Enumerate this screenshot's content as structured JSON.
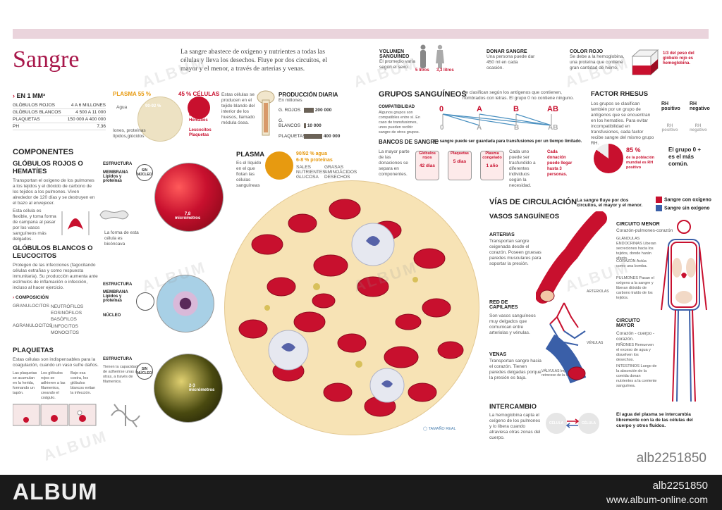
{
  "header": {
    "title": "Sangre",
    "intro": "La sangre abastece de oxígeno y nutrientes a todas las células y lleva los desechos. Fluye por dos circuitos, el mayor y el menor, a través de arterias y venas."
  },
  "top_facts": {
    "volumen": {
      "title": "VOLUMEN SANGUÍNEO",
      "text": "El promedio varía según el sexo.",
      "men": "5 litros",
      "women": "3,3 litros"
    },
    "donar": {
      "title": "DONAR SANGRE",
      "text": "Una persona puede dar 450 ml en cada ocasión."
    },
    "color": {
      "title": "COLOR ROJO",
      "text": "Se debe a la hemoglobina, una proteína que contiene gran cantidad de hierro.",
      "cube_label": "1/3 del peso del glóbulo rojo es hemoglobina."
    }
  },
  "en1mm3": {
    "title": "EN 1 MM³",
    "rows": [
      {
        "label": "GLÓBULOS ROJOS",
        "value": "4 A 6 MILLONES"
      },
      {
        "label": "GLÓBULOS BLANCOS",
        "value": "4 500 A 11 000"
      },
      {
        "label": "PLAQUETAS",
        "value": "150 000 A 400 000"
      },
      {
        "label": "PH",
        "value": "7,36"
      }
    ]
  },
  "composicion": {
    "plasma_label": "PLASMA",
    "plasma_pct": "55 %",
    "celulas_label": "45 % CÉLULAS",
    "agua": "Agua",
    "agua_pct": "90-92 %",
    "iones": "Iones, proteínas lípidos,glúcidos",
    "hematies": "99 % Hematíes",
    "leucocitos": "Leucocitos Plaquetas",
    "bone_text": "Estas células se producen en el tejido blando del interior de los huesos, llamado médula ósea."
  },
  "produccion": {
    "title": "PRODUCCIÓN DIARIA",
    "subtitle": "En millones",
    "rows": [
      {
        "label": "G. ROJOS",
        "value": "200 000"
      },
      {
        "label": "G. BLANCOS",
        "value": "10 000"
      },
      {
        "label": "PLAQUETAS",
        "value": "400 000"
      }
    ]
  },
  "componentes": {
    "title": "COMPONENTES",
    "rojos_title": "GLÓBULOS ROJOS O HEMATÍES",
    "rojos_text": "Transportan el oxígeno de los pulmones a los tejidos y el dióxido de carbono de los tejidos a los pulmones. Viven alrededor de 120 días y se destruyen en el bazo al envejecer.",
    "rojos_text2": "Esta célula es flexible, y toma forma de campana al pasar por los vasos sanguíneos más delgados.",
    "biconcava": "La forma de esta célula es bicóncava",
    "micrometros": "7,8 micrómetros",
    "estructura": "ESTRUCTURA",
    "membrana": "MEMBRANA Lípidos y proteínas",
    "sin_nucleo": "SIN NÚCLEO",
    "blancos_title": "GLÓBULOS BLANCOS O LEUCOCITOS",
    "blancos_text": "Protegen de las infecciones (fagocitando células extrañas y como respuesta inmunitaria). Su producción aumenta ante estímulos de inflamación o infección, incluso al hacer ejercicio.",
    "nucleo": "NÚCLEO",
    "composicion_title": "COMPOSICIÓN",
    "granulocitos": "GRANULOCITOS",
    "agranulocitos": "AGRANULOCITOS",
    "gran_items": [
      "NEUTRÓFILOS",
      "EOSINÓFILOS",
      "BASÓFILOS"
    ],
    "agran_items": [
      "LINFOCITOS",
      "MONOCITOS"
    ],
    "plaquetas_title": "PLAQUETAS",
    "plaquetas_text": "Estas células son indispensables para la coagulación, cuando un vaso sufre daños.",
    "plaq_steps": [
      "Las plaquetas se acumulan en la herida, formando un tapón.",
      "Los glóbulos rojos se adhieren a las filamentos, creando el coágulo.",
      "Bajo esa costra, los glóbulos blancos evitan la infección."
    ],
    "plaq_struct": "Tienen la capacidad de adherirse unas a otras, a través de filamentos.",
    "plaq_size": "2-3 micrómetros"
  },
  "plasma": {
    "title": "PLASMA",
    "text": "Es el líquido en el que flotan las células sanguíneas",
    "agua": "90/92 % agua",
    "proteinas": "6-8 % proteínas",
    "items": [
      "SALES",
      "NUTRIENTES",
      "GLUCOSA",
      "GRASAS",
      "AMINOÁCIDOS",
      "DESECHOS"
    ]
  },
  "micro": {
    "tamano": "TAMAÑO REAL"
  },
  "grupos": {
    "title": "GRUPOS SANGUÍNEOS",
    "subtitle": "Se clasifican según los antígenos que contienen, nombrados con letras. El grupo 0 no contiene ninguno.",
    "compat_title": "COMPATIBILIDAD",
    "compat_text": "Algunos grupos son compatibles entre sí. En caso de transfusiones, unos pueden recibir sangre de otros grupos.",
    "types": [
      "0",
      "A",
      "B",
      "AB"
    ]
  },
  "bancos": {
    "title": "BANCOS DE SANGRE",
    "subtitle": "La sangre puede ser guardada para transfusiones por un tiempo limitado.",
    "text": "La mayor parte de las donaciones se separa en componentes.",
    "bags": [
      {
        "label": "Glóbulos rojos",
        "value": "42 días"
      },
      {
        "label": "Plaquetas",
        "value": "5 días"
      },
      {
        "label": "Plasma congelado",
        "value": "1 año"
      }
    ],
    "text2": "Cada uno puede ser trasfundido a diferentes individuos según la necesidad.",
    "text3": "Cada donación puede llegar hasta 3 personas."
  },
  "rhesus": {
    "title": "FACTOR RHESUS",
    "text": "Los grupos se clasifican también por un grupo de antígenos que se encuentran en los hematíes. Para evitar incompatibilidad en transfusiones, cada factor recibe sangre del mismo grupo RH.",
    "pos": "RH positivo",
    "neg": "RH negativo",
    "pct": "85 %",
    "pct_text": "de la población mundial es RH positivo",
    "comun": "El grupo 0 + es el más común."
  },
  "vias": {
    "title": "VÍAS DE CIRCULACIÓN",
    "subtitle": "La sangre fluye por dos circuitos, el mayor y el menor.",
    "legend_oxi": "Sangre con oxígeno",
    "legend_sin": "Sangre sin oxígeno",
    "vasos": "VASOS SANGUÍNEOS",
    "arterias": "ARTERIAS",
    "arterias_text": "Transportan sangre oxigenada desde el corazón. Poseen gruesas paredes musculares para soportar la presión.",
    "arteriolas": "ARTERIOLAS",
    "capilares": "RED DE CAPILARES",
    "capilares_text": "Son vasos sanguíneos muy delgados que comunican entre arteriolas y vénulas.",
    "venulas": "VÉNULAS",
    "venas": "VENAS",
    "venas_text": "Transportan sangre hacia el corazón. Tienen paredes delgadas porque la presión es baja.",
    "valvulas": "VÁLVULAS Impiden el retroceso de la sangre.",
    "menor": "CIRCUITO MENOR",
    "menor_sub": "Corazón-pulmones-corazón",
    "glandulas": "GLÁNDULAS ENDOCRINAS Liberan secreciones hacia los tejidos, donde harán efecto.",
    "corazon": "CORAZÓN Actúa como una bomba.",
    "pulmones": "PULMONES Pasan el oxígeno a la sangre y liberan dióxido de carbono traído de los tejidos.",
    "mayor": "CIRCUITO MAYOR",
    "mayor_sub": "Corazón - cuerpo - corazón.",
    "rinones": "RIÑONES Remueven el exceso de agua y disuelven los desechos.",
    "intestinos": "INTESTINOS Luego de la absorción de la comida donan nutrientes a la corriente sanguínea.",
    "agua_plasma": "El agua del plasma se intercambia libremente con la de las células del cuerpo y otros fluidos."
  },
  "intercambio": {
    "title": "INTERCAMBIO",
    "text": "La hemoglobina capta el oxígeno de los pulmones y lo libera cuando atraviesa otras zonas del cuerpo.",
    "celula": "CÉLULA"
  },
  "watermark": {
    "text": "ALBUM",
    "id": "alb2251850"
  },
  "footer": {
    "logo": "ALBUM",
    "id": "alb2251850",
    "url": "www.album-online.com"
  },
  "colors": {
    "accent": "#c8102e",
    "brand": "#a8174a",
    "oxygen": "#c8102e",
    "no_oxygen": "#3a5fa8",
    "orange": "#e79a10"
  }
}
